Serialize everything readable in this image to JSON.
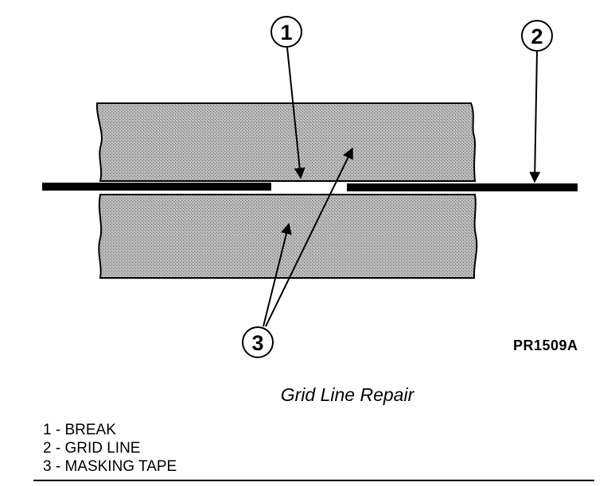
{
  "figure": {
    "id_code": "PR1509A",
    "caption": "Grid Line Repair"
  },
  "callouts": [
    {
      "number": "1",
      "meaning": "break"
    },
    {
      "number": "2",
      "meaning": "grid line"
    },
    {
      "number": "3",
      "meaning": "masking tape"
    }
  ],
  "legend": [
    "1 - BREAK",
    "2 - GRID LINE",
    "3 - MASKING TAPE"
  ],
  "colors": {
    "ink": "#000000",
    "tape_fill": "#a9a9a9",
    "background": "#ffffff"
  }
}
